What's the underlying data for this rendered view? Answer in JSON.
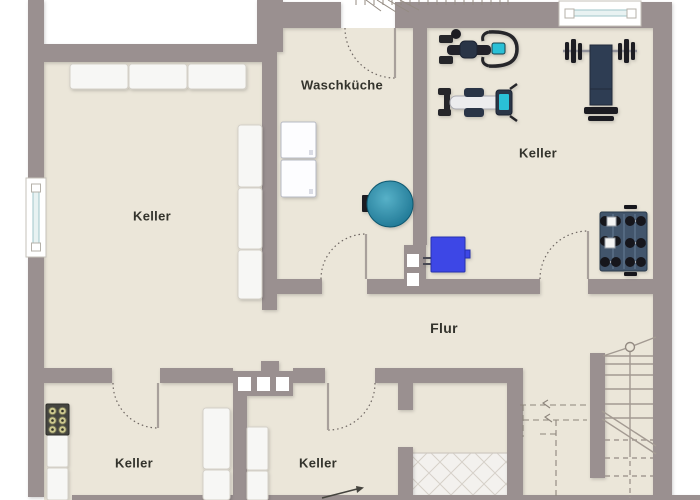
{
  "floor_plan": {
    "rooms": [
      {
        "id": "keller-left",
        "label": "Keller"
      },
      {
        "id": "waschkueche",
        "label": "Waschküche"
      },
      {
        "id": "keller-fitness",
        "label": "Keller"
      },
      {
        "id": "flur",
        "label": "Flur"
      },
      {
        "id": "keller-bottom-left",
        "label": "Keller"
      },
      {
        "id": "keller-bottom-middle",
        "label": "Keller"
      }
    ],
    "colors": {
      "wall": "#9a9090",
      "floor": "#ebe6d9",
      "outside": "#ffffff",
      "furniture_white": "#f7f7f5",
      "boiler_teal": "#2f93b4",
      "heater_blue": "#3c47e6",
      "equipment_navy": "#2e3d52",
      "display_cyan": "#2bc0d6",
      "window_glass": "#aed2d4",
      "tile_line": "#d6d1c9",
      "label_text": "#33332c"
    },
    "furniture": [
      "shelf-row",
      "shelf-column",
      "washing-machine",
      "washing-machine",
      "boiler-tank",
      "heating-unit",
      "exercise-bike",
      "rowing-machine",
      "bench-press",
      "dumbbell-rack",
      "bottle-crate",
      "staircase",
      "tiled-floor"
    ]
  }
}
